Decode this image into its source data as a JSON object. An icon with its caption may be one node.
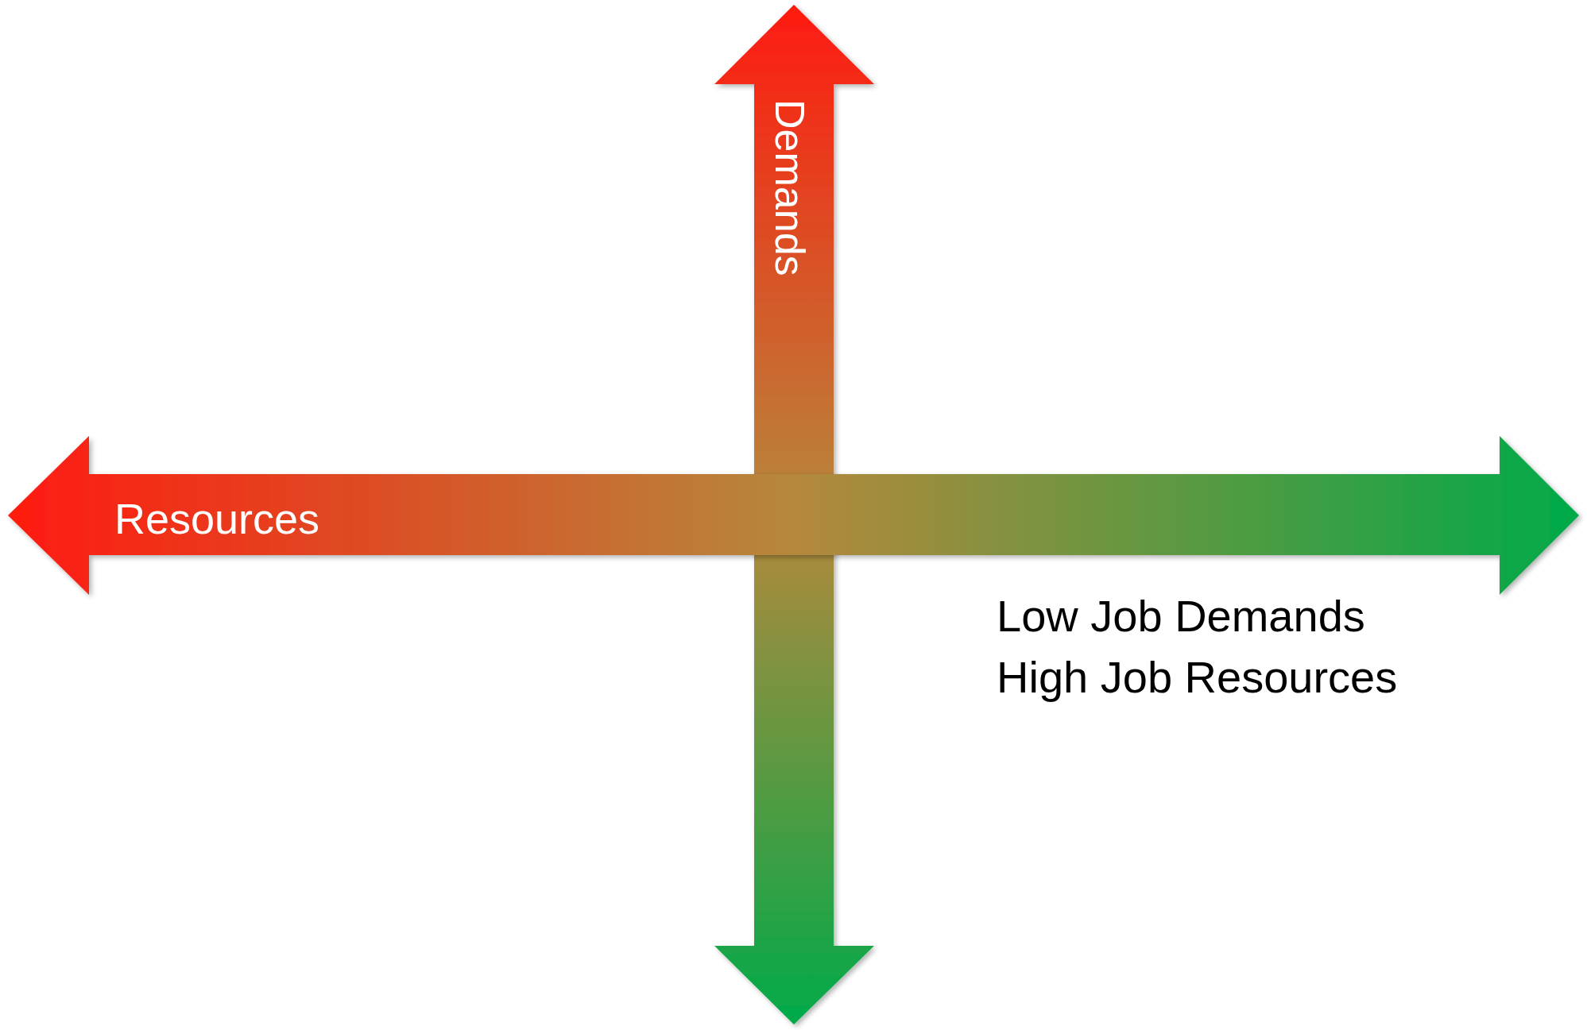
{
  "diagram": {
    "labels": [
      "Demands",
      "Resources",
      "Low Job Demands",
      "High Job Resources"
    ]
  }
}
